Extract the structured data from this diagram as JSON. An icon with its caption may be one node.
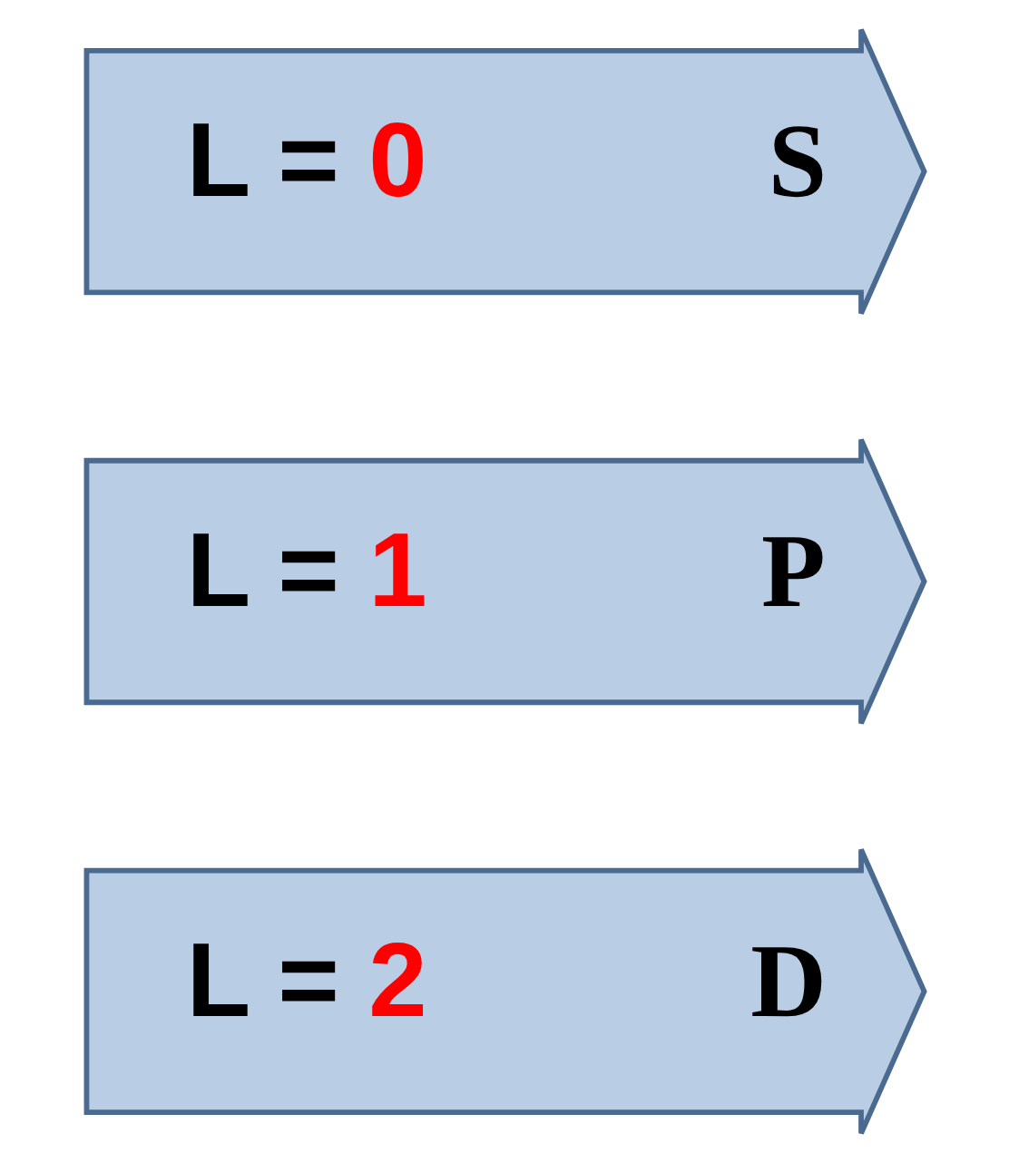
{
  "diagram": {
    "nodes": [
      {
        "text": [
          "L = 0",
          "S"
        ]
      },
      {
        "text": [
          "L = 1",
          "P"
        ]
      },
      {
        "text": [
          "L = 2",
          "D"
        ]
      }
    ]
  }
}
